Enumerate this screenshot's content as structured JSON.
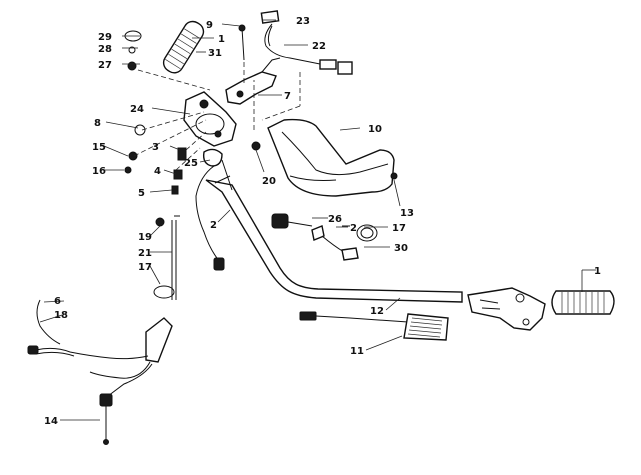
{
  "diagram": {
    "callouts": {
      "c1a": "1",
      "c1b": "1",
      "c2a": "2",
      "c2b": "2",
      "c3": "3",
      "c4": "4",
      "c5": "5",
      "c6": "6",
      "c7": "7",
      "c8": "8",
      "c9": "9",
      "c10": "10",
      "c11": "11",
      "c12": "12",
      "c13": "13",
      "c14": "14",
      "c15": "15",
      "c16": "16",
      "c17a": "17",
      "c17b": "17",
      "c18": "18",
      "c19": "19",
      "c20": "20",
      "c21": "21",
      "c22": "22",
      "c23": "23",
      "c24": "24",
      "c25": "25",
      "c26": "26",
      "c27": "27",
      "c28": "28",
      "c29": "29",
      "c30": "30",
      "c31": "31"
    }
  }
}
